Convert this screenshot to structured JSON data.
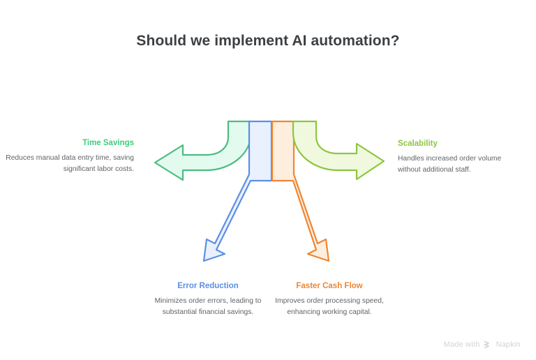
{
  "title": "Should we implement AI automation?",
  "background_color": "#ffffff",
  "branches": [
    {
      "id": "time-savings",
      "heading": "Time Savings",
      "description": "Reduces manual data entry time, saving significant labor costs.",
      "color": "#3fcc7f",
      "fill": "#e3fbee",
      "direction": "left"
    },
    {
      "id": "error-reduction",
      "heading": "Error Reduction",
      "description": "Minimizes order errors, leading to substantial financial savings.",
      "color": "#5b8fe3",
      "fill": "#e9f1fe",
      "direction": "down-left"
    },
    {
      "id": "faster-cash-flow",
      "heading": "Faster Cash Flow",
      "description": "Improves order processing speed, enhancing working capital.",
      "color": "#ef8634",
      "fill": "#fdeede",
      "direction": "down-right"
    },
    {
      "id": "scalability",
      "heading": "Scalability",
      "description": "Handles increased order volume without additional staff.",
      "color": "#8cc63f",
      "fill": "#f0f9dd",
      "direction": "right"
    }
  ],
  "watermark": {
    "prefix": "Made with",
    "brand": "Napkin",
    "logo_icon": "napkin-chevron-icon",
    "color": "#d2d4d6"
  }
}
